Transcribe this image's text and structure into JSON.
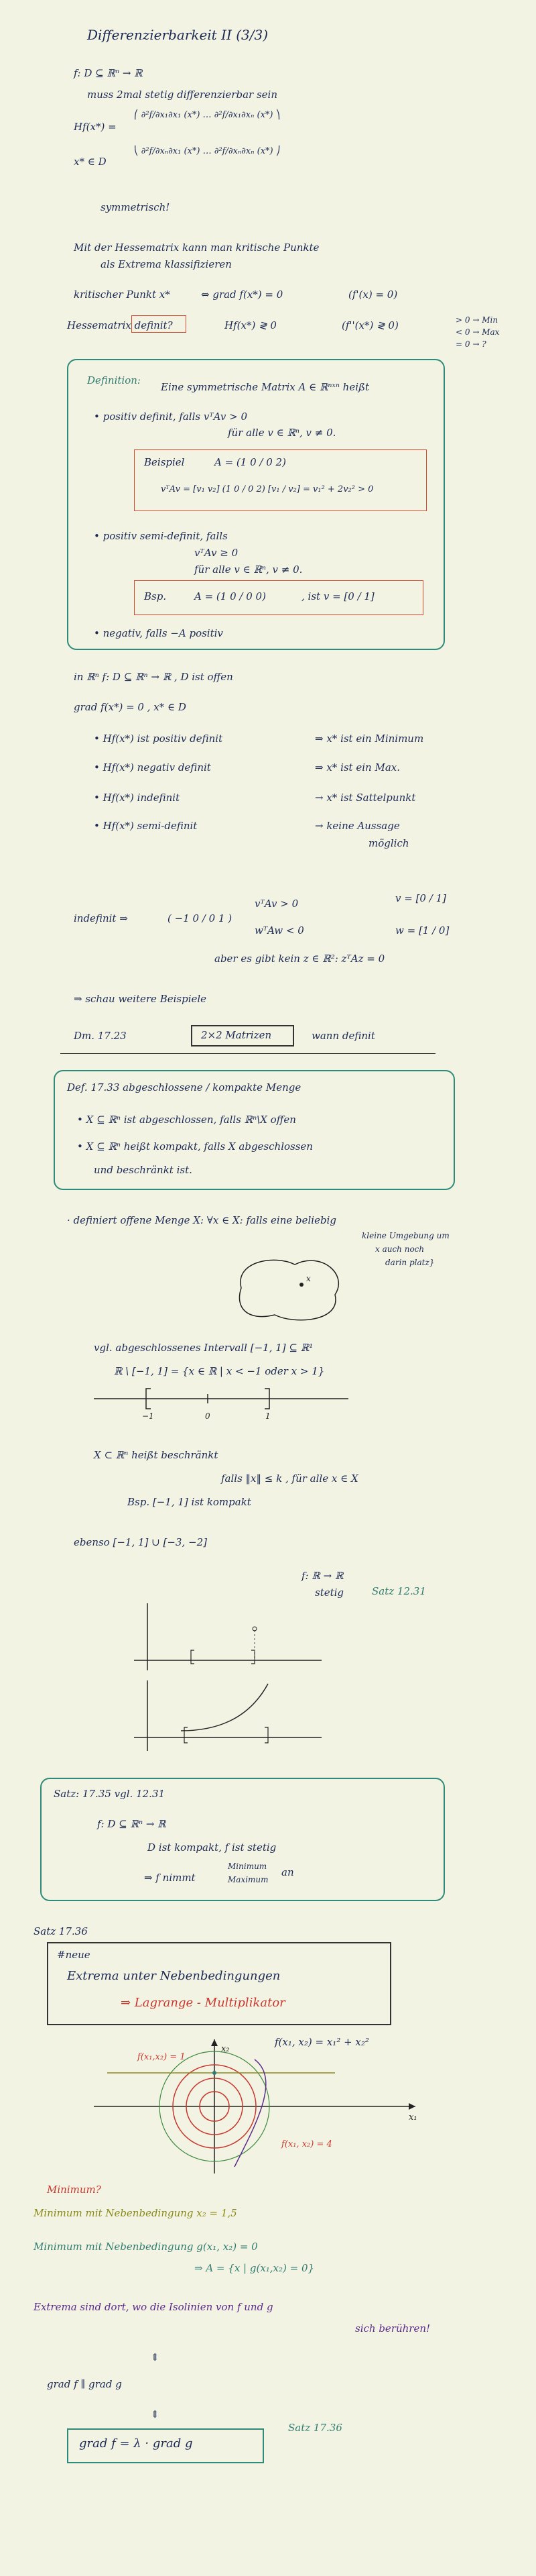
{
  "header": {
    "title": "Differenzierbarkeit II (3/3)"
  },
  "intro": {
    "l1": "f: D ⊆ ℝⁿ → ℝ",
    "l2": "muss 2mal stetig differenzierbar sein",
    "hf": "Hf(x*) =",
    "mat_r1": "⎛ ∂²f/∂x₁∂x₁ (x*) … ∂²f/∂x₁∂xₙ (x*) ⎞",
    "mat_r2": "⎝ ∂²f/∂xₙ∂x₁ (x*) … ∂²f/∂xₙ∂xₙ (x*) ⎠",
    "xd": "x* ∈ D",
    "sym": "symmetrisch!"
  },
  "hesse": {
    "l1": "Mit der Hessematrix kann man kritische Punkte",
    "l2": "als Extrema klassifizieren",
    "krit_label": "kritischer Punkt x*",
    "krit_cond": "⇔ grad f(x*) = 0",
    "side_cond": "(f'(x) = 0)",
    "hm_label": "Hessematrix definit?",
    "hm_expr": "Hf(x*) ≷ 0",
    "hm_side": "(f''(x*) ≷ 0)",
    "right1": "> 0 → Min",
    "right2": "< 0 → Max",
    "right3": "= 0 → ?"
  },
  "def_box": {
    "head": "Definition:",
    "head_text": "Eine symmetrische Matrix A ∈ ℝⁿˣⁿ heißt",
    "pos1": "• positiv definit, falls vᵀAv > 0",
    "pos2": "für alle v ∈ ℝⁿ, v ≠ 0.",
    "ex1_label": "Beispiel",
    "ex1_mat": "A = (1 0 / 0 2)",
    "ex1_calc": "vᵀAv = [v₁ v₂] (1 0 / 0 2) [v₁ / v₂] = v₁² + 2v₂² > 0",
    "semi1": "• positiv semi-definit, falls",
    "semi2": "vᵀAv ≥ 0",
    "semi3": "für alle v ∈ ℝⁿ, v ≠ 0.",
    "ex2_label": "Bsp.",
    "ex2_mat": "A = (1 0 / 0 0)",
    "ex2_note": ", ist v = [0 / 1]",
    "neg": "• negativ, falls −A positiv"
  },
  "class": {
    "l1": "in ℝⁿ   f: D ⊆ ℝⁿ → ℝ   , D ist offen",
    "l2": "grad f(x*) = 0   , x* ∈ D",
    "r1a": "• Hf(x*) ist positiv definit",
    "r1b": "⇒ x* ist ein Minimum",
    "r2a": "• Hf(x*)   negativ definit",
    "r2b": "⇒ x* ist ein Max.",
    "r3a": "• Hf(x*)   indefinit",
    "r3b": "→ x* ist Sattelpunkt",
    "r4a": "• Hf(x*)   semi-definit",
    "r4b": "→ keine Aussage",
    "r4c": "möglich"
  },
  "indef": {
    "label": "indefinit ⇒",
    "mat": "( −1  0 / 0  1 )",
    "c1": "vᵀAv > 0",
    "c2": "wᵀAw < 0",
    "v": "v = [0 / 1]",
    "w": "w = [1 / 0]",
    "note": "aber es gibt kein z ∈ ℝ²: zᵀAz = 0",
    "more": "⇒ schau weitere Beispiele",
    "satz_label": "Dm. 17.23",
    "satz_box": "2×2 Matrizen",
    "satz_text": "wann definit"
  },
  "def2": {
    "head": "Def. 17.33   abgeschlossene / kompakte Menge",
    "b1": "• X ⊆ ℝⁿ ist abgeschlossen, falls ℝⁿ\\X offen",
    "b2": "• X ⊆ ℝⁿ heißt kompakt, falls X abgeschlossen",
    "b3": "und beschränkt ist."
  },
  "offen": {
    "l1": "· definiert offene Menge X:  ∀x ∈ X: falls eine beliebig",
    "l2": "kleine Umgebung um",
    "l3": "x auch noch",
    "l4": "darin platz}"
  },
  "abg": {
    "l1": "vgl. abgeschlossenes Intervall  [−1, 1] ⊆ ℝ¹",
    "l2": "ℝ \\ [−1, 1] = {x ∈ ℝ | x < −1  oder  x > 1}",
    "tick1": "−1",
    "tick2": "0",
    "tick3": "1",
    "b1": "X ⊂ ℝⁿ heißt beschränkt",
    "b2": "falls ‖x‖ ≤ k   , für alle x ∈ X",
    "b3": "Bsp.  [−1, 1] ist kompakt",
    "ebenso": "ebenso   [−1, 1] ∪ [−3, −2]",
    "f_stetig1": "f: ℝ → ℝ",
    "f_stetig2": "stetig",
    "satz_ref": "Satz 12.31"
  },
  "satz1735": {
    "head": "Satz: 17.35       vgl. 12.31",
    "l1": "f: D ⊆ ℝⁿ → ℝ",
    "l2": "D ist kompakt, f ist stetig",
    "l3": "⇒ f nimmt",
    "l4a": "Minimum",
    "l4b": "Maximum",
    "l5": "an"
  },
  "lagrange": {
    "satz_label": "Satz 17.36",
    "box_head": "#neue",
    "box_l1": "Extrema unter Nebenbedingungen",
    "box_l2": "⇒ Lagrange - Multiplikator",
    "f_def": "f(x₁, x₂) = x₁² + x₂²",
    "axis_x": "x₁",
    "axis_y": "x₂",
    "f_label": "f(x₁,x₂) = 1",
    "f4_label": "f(x₁, x₂) = 4",
    "q1": "Minimum?",
    "q2a": "Minimum",
    "q2b": " mit Nebenbedingung ",
    "q2c": "x₂ = 1,5",
    "q3": "Minimum mit Nebenbedingung  g(x₁, x₂) = 0",
    "q4": "⇒ A = {x | g(x₁,x₂) = 0}",
    "q5": "Extrema sind dort, wo die Isolinien von f und g",
    "q6": "sich berühren!",
    "grad1": "grad f  ∥  grad g",
    "grad2": "grad f  =  λ · grad g",
    "satz2": "Satz 17.36"
  },
  "colors": {
    "ink": "#1c2a55",
    "teal": "#2f8a7a",
    "red": "#c8372d",
    "olive": "#8a8a1a",
    "purple": "#5a2b8a",
    "background": "#f3f3e4"
  }
}
